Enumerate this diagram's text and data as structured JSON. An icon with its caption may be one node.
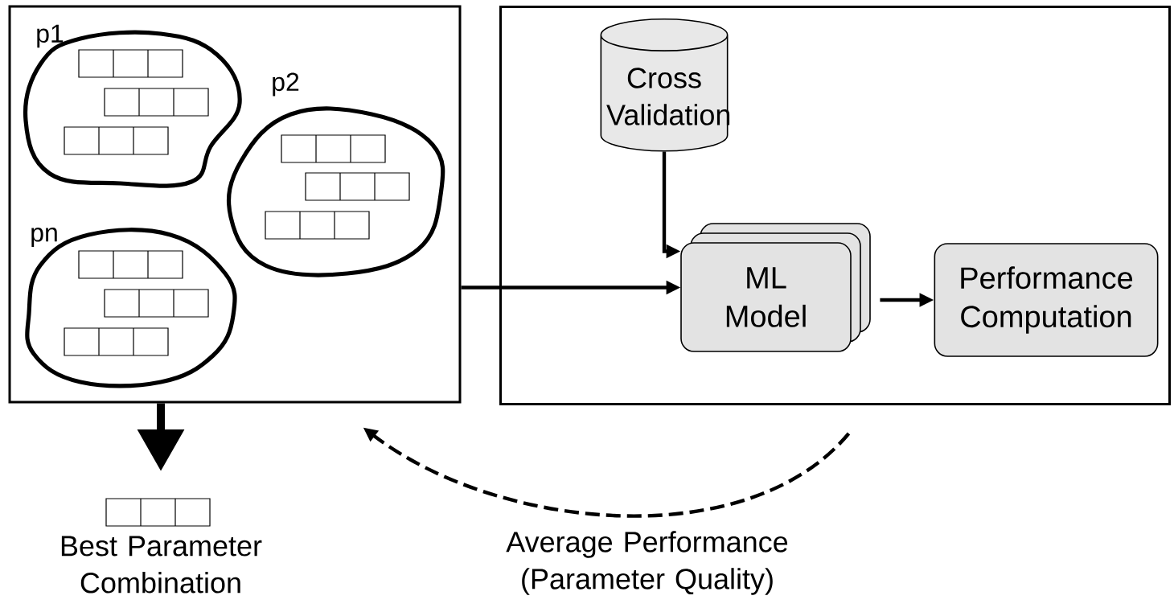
{
  "diagram": {
    "nodes": [
      {
        "text": [],
        "shape": "box"
      },
      {
        "text": [
          "p1"
        ],
        "in": 0
      },
      {
        "text": [
          "p2"
        ],
        "in": 0
      },
      {
        "text": [
          "pn"
        ],
        "in": 0
      },
      {
        "text": [],
        "shape": "box"
      },
      {
        "text": [
          "Cross Validation"
        ],
        "in": 4
      },
      {
        "text": [
          "ML Model"
        ],
        "in": 4
      },
      {
        "text": [
          "Performance Computation"
        ],
        "in": 4
      },
      {
        "text": [
          "Best Parameter Combination"
        ]
      }
    ],
    "edges": [
      {
        "from": 0,
        "to": 6,
        "arrow": "to"
      },
      {
        "from": 5,
        "to": 6,
        "arrow": "to"
      },
      {
        "from": 6,
        "to": 7,
        "arrow": "to"
      },
      {
        "from": 0,
        "to": 8,
        "arrow": "to",
        "style": "thick"
      },
      {
        "from": 4,
        "to": 0,
        "arrow": "to",
        "style": "dashed",
        "label": "Average Performance (Parameter Quality)"
      }
    ]
  }
}
